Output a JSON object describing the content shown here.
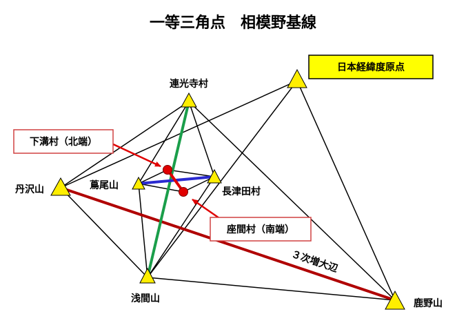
{
  "title": "一等三角点　相模野基線",
  "stations": {
    "renkoji": "連光寺村",
    "tanzawa": "丹沢山",
    "takaosan": "蔦尾山",
    "nagatsuta": "長津田村",
    "sengen": "浅間山",
    "kanoyama": "鹿野山",
    "origin": "日本経緯度原点"
  },
  "baseline_ends": {
    "north": "下溝村（北端）",
    "south": "座間村（南端）"
  },
  "edge_label": "３次増大辺",
  "colors": {
    "triangle_fill": "#ffee00",
    "origin_box_fill": "#ffff00",
    "baseline_green": "#1a9e4a",
    "expansion_blue": "#2a2ad0",
    "third_edge_red": "#b00000",
    "endpoint_red": "#e00000",
    "callout_border": "#d04040",
    "network_line": "#000000"
  }
}
